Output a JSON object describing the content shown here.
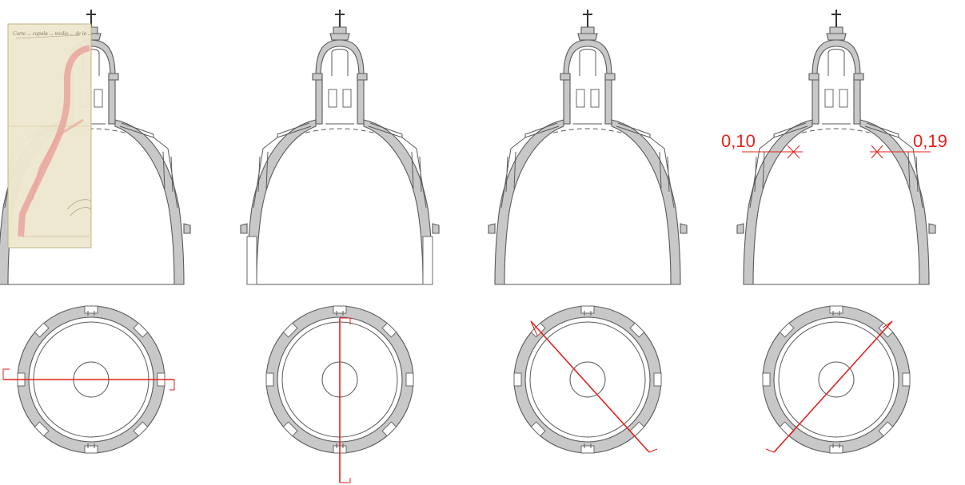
{
  "colors": {
    "wall_fill": "#c8c8c8",
    "outline": "#5a5a5a",
    "section_line": "#e3221d",
    "manuscript_paper": "#efe8cf",
    "manuscript_ink": "#e9a59c"
  },
  "panels": [
    {
      "id": "original-drawing-overlay",
      "section_angle_deg": 0
    },
    {
      "id": "section-2",
      "section_angle_deg": 90
    },
    {
      "id": "section-3",
      "section_angle_deg": 45
    },
    {
      "id": "section-4",
      "section_angle_deg": -45
    }
  ],
  "thickness_labels": {
    "left": "0,10",
    "right": "0,19"
  },
  "manuscript_caption": "Corte ... cupula ... medio ... de la ..."
}
